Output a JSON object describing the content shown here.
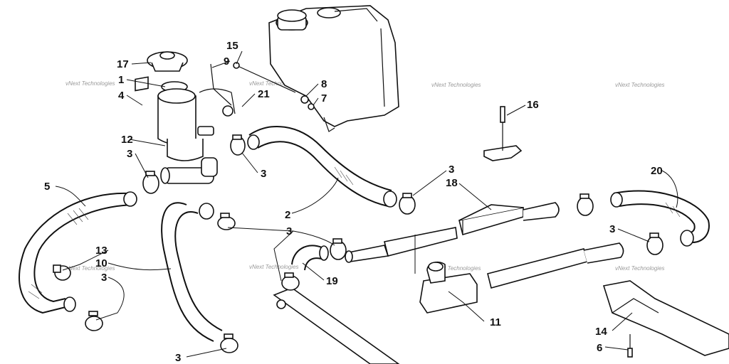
{
  "callouts": {
    "c1": "1",
    "c2": "2",
    "c3a": "3",
    "c3b": "3",
    "c3c": "3",
    "c3d": "3",
    "c3e": "3",
    "c3f": "3",
    "c3g": "3",
    "c4": "4",
    "c5": "5",
    "c6": "6",
    "c7": "7",
    "c8": "8",
    "c9": "9",
    "c10": "10",
    "c11": "11",
    "c12": "12",
    "c13": "13",
    "c14": "14",
    "c15": "15",
    "c16": "16",
    "c17": "17",
    "c18": "18",
    "c19": "19",
    "c20": "20",
    "c21": "21"
  },
  "watermark": {
    "text": "vNext Technologies"
  }
}
